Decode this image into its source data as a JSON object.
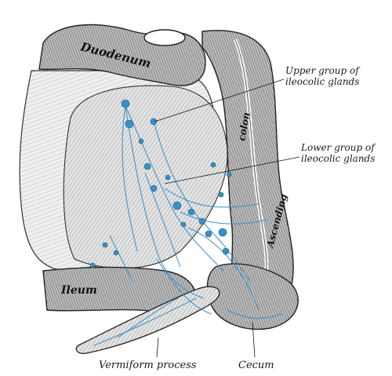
{
  "labels": {
    "duodenum": "Duodenum",
    "upper_group_line1": "Upper group of",
    "upper_group_line2": "ileocolic glands",
    "lower_group_line1": "Lower group of",
    "lower_group_line2": "ileocolic glands",
    "colon": "colon",
    "ascending": "Ascending",
    "ileum": "Ileum",
    "vermiform_process": "Vermiform process",
    "cecum": "Cecum"
  },
  "colors": {
    "lymph": "#3a8fc4",
    "ink": "#1a1a1a",
    "tissue": "#d9d9d9",
    "tissue_dark": "#7a7a7a"
  }
}
